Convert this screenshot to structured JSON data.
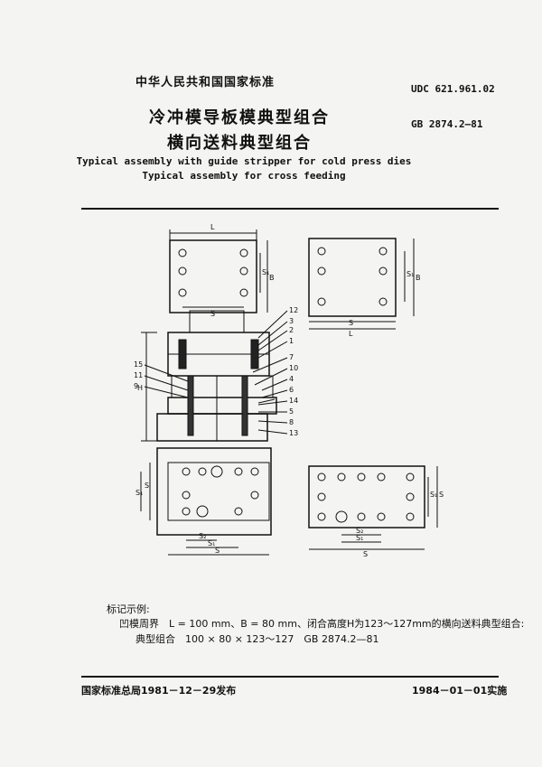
{
  "header": {
    "standard_body": "中华人民共和国国家标准",
    "udc": "UDC 621.961.02",
    "gb_number": "GB 2874.2—81",
    "title_cn_1": "冷冲模导板模典型组合",
    "title_cn_2": "横向送料典型组合",
    "title_en_1": "Typical assembly with guide stripper for cold press dies",
    "title_en_2": "Typical assembly for cross feeding"
  },
  "drawing": {
    "dim_L": "L",
    "dim_B": "B",
    "dim_S": "S",
    "dim_S1": "S₁",
    "dim_S2": "S₂",
    "dim_H": "H",
    "part_numbers_right": [
      "12",
      "3",
      "2",
      "1",
      "7",
      "10",
      "4",
      "6",
      "14",
      "5",
      "8",
      "13"
    ],
    "part_numbers_left": [
      "15",
      "11",
      "9"
    ]
  },
  "example": {
    "label": "标记示例:",
    "line1": "凹模周界　L = 100 mm、B = 80 mm、闭合高度H为123～127mm的横向送料典型组合:",
    "line2": "典型组合　100 × 80 × 123～127　GB 2874.2—81"
  },
  "footer": {
    "issued": "国家标准总局1981－12－29发布",
    "effective": "1984－01－01实施"
  }
}
